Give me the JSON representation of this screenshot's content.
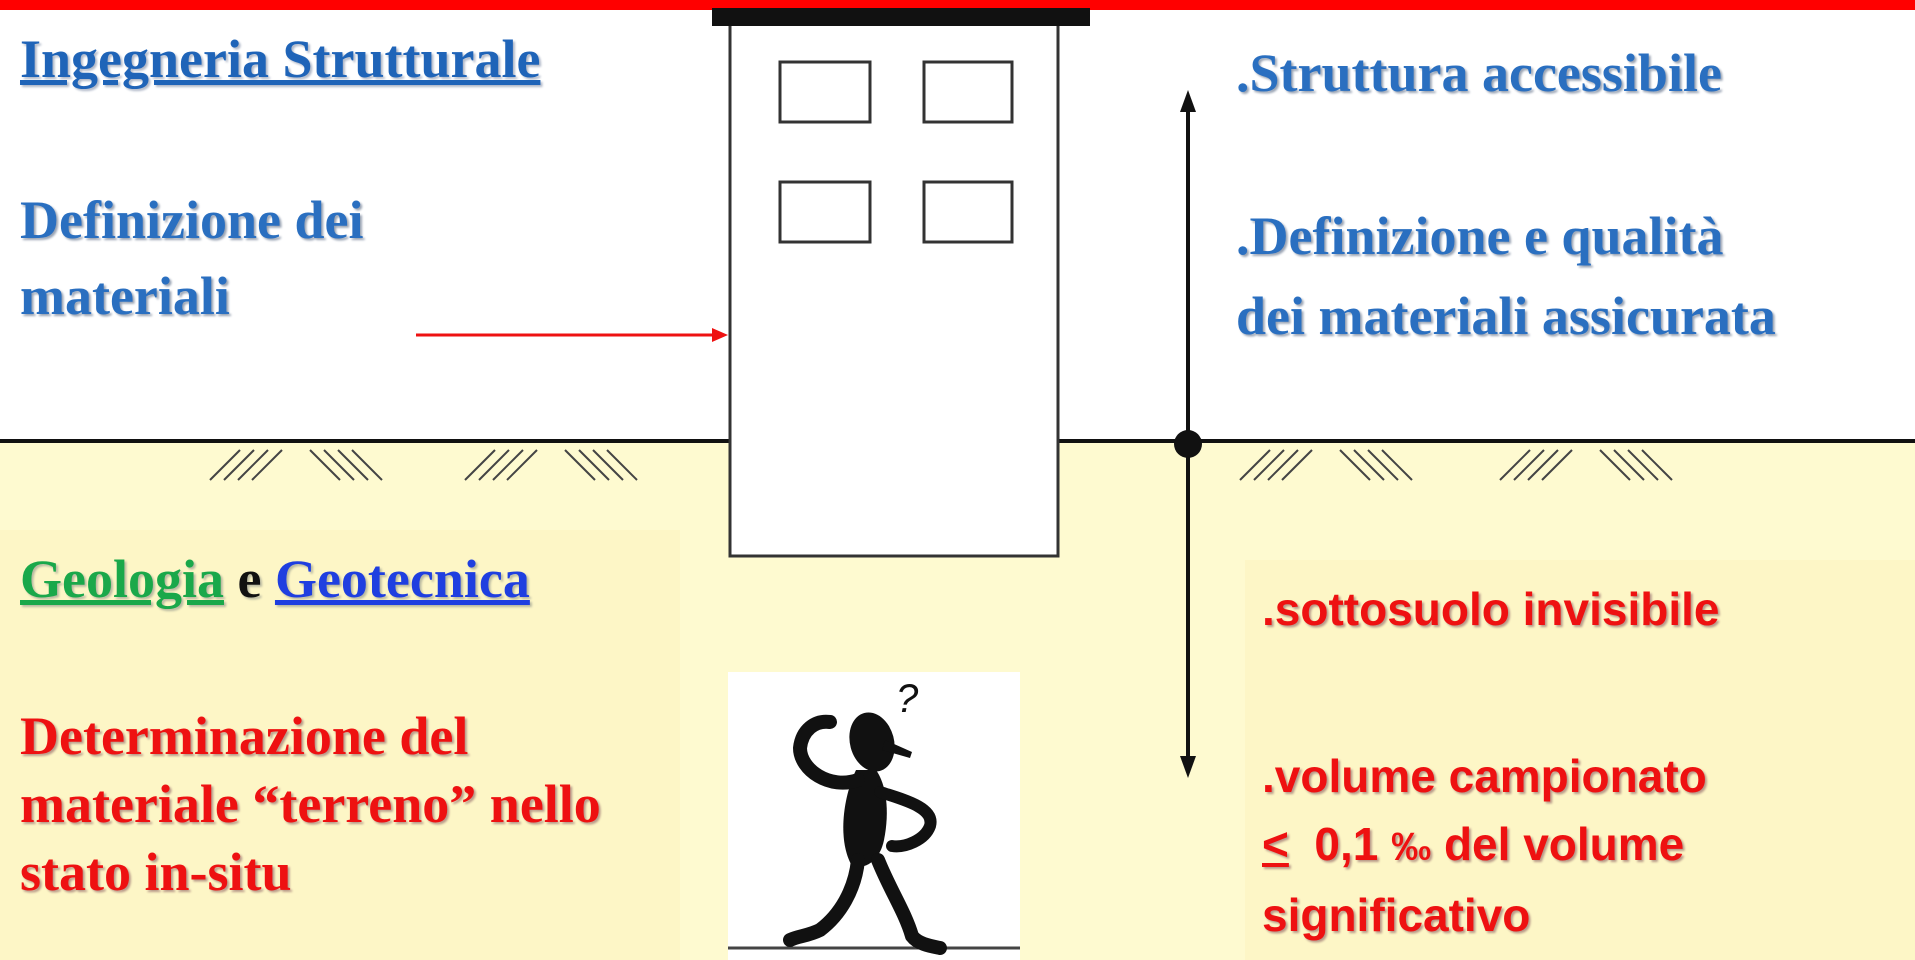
{
  "colors": {
    "accent_red": "#ff0000",
    "ground": "#fefad0",
    "blue_text": "#2a6fc0",
    "red_text": "#ee1111",
    "green_link": "#1aa84a",
    "blue_link": "#1f3fe0"
  },
  "top_left": {
    "title": "Ingegneria  Strutturale",
    "definition_line1": "Definizione dei",
    "definition_line2": "materiali"
  },
  "top_right": {
    "item1": ".Struttura accessibile",
    "item2_line1": ".Definizione e qualità",
    "item2_line2": "dei materiali assicurata"
  },
  "bottom_left": {
    "geology": "Geologia",
    "conjunction": " e ",
    "geotechnics": "Geotecnica",
    "det_line1": "Determinazione del",
    "det_line2": "materiale “terreno” nello",
    "det_line3": "stato in-situ"
  },
  "bottom_right": {
    "item1": ".sottosuolo invisibile",
    "item2_line1": ".volume campionato",
    "item2_le": "<",
    "item2_value": "  0,1 ",
    "item2_unit": "‰",
    "item2_rest": " del volume",
    "item2_line3": "significativo"
  },
  "figure": {
    "question_mark": "?",
    "icons": [
      "building-icon",
      "thinking-person-icon",
      "depth-arrow-icon",
      "soil-hatch-icon"
    ]
  }
}
